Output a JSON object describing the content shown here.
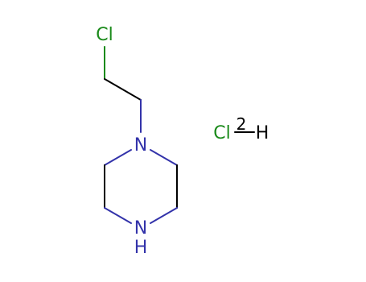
{
  "molecule": {
    "atoms": {
      "cl_top": "Cl",
      "n_upper": "N",
      "n_lower": "N",
      "h_lower": "H",
      "cl_salt": "Cl",
      "h_salt": "H",
      "salt_count": "2"
    },
    "colors": {
      "bond": "#000000",
      "nitrogen": "#3333aa",
      "chlorine": "#1a8a1a"
    }
  }
}
